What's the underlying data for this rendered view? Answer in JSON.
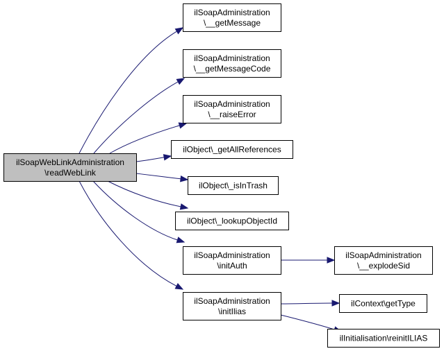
{
  "colors": {
    "edge": "#191970",
    "node_border": "#000000",
    "node_fill": "#ffffff",
    "root_fill": "#bfbfbf"
  },
  "nodes": [
    {
      "id": "root",
      "lines": [
        "ilSoapWebLinkAdministration",
        "\\readWebLink"
      ],
      "root": true
    },
    {
      "id": "getMessage",
      "lines": [
        "ilSoapAdministration",
        "\\__getMessage"
      ]
    },
    {
      "id": "getMessageCode",
      "lines": [
        "ilSoapAdministration",
        "\\__getMessageCode"
      ]
    },
    {
      "id": "raiseError",
      "lines": [
        "ilSoapAdministration",
        "\\__raiseError"
      ]
    },
    {
      "id": "getAllReferences",
      "lines": [
        "ilObject\\_getAllReferences"
      ]
    },
    {
      "id": "isInTrash",
      "lines": [
        "ilObject\\_isInTrash"
      ]
    },
    {
      "id": "lookupObjectId",
      "lines": [
        "ilObject\\_lookupObjectId"
      ]
    },
    {
      "id": "initAuth",
      "lines": [
        "ilSoapAdministration",
        "\\initAuth"
      ]
    },
    {
      "id": "explodeSid",
      "lines": [
        "ilSoapAdministration",
        "\\__explodeSid"
      ]
    },
    {
      "id": "initIlias",
      "lines": [
        "ilSoapAdministration",
        "\\initIlias"
      ]
    },
    {
      "id": "getType",
      "lines": [
        "ilContext\\getType"
      ]
    },
    {
      "id": "reinitILIAS",
      "lines": [
        "ilInitialisation\\reinitILIAS"
      ]
    }
  ],
  "edges": [
    {
      "from": "root",
      "to": "getMessage"
    },
    {
      "from": "root",
      "to": "getMessageCode"
    },
    {
      "from": "root",
      "to": "raiseError"
    },
    {
      "from": "root",
      "to": "getAllReferences"
    },
    {
      "from": "root",
      "to": "isInTrash"
    },
    {
      "from": "root",
      "to": "lookupObjectId"
    },
    {
      "from": "root",
      "to": "initAuth"
    },
    {
      "from": "root",
      "to": "initIlias"
    },
    {
      "from": "initAuth",
      "to": "explodeSid"
    },
    {
      "from": "initIlias",
      "to": "getType"
    },
    {
      "from": "initIlias",
      "to": "reinitILIAS"
    }
  ]
}
